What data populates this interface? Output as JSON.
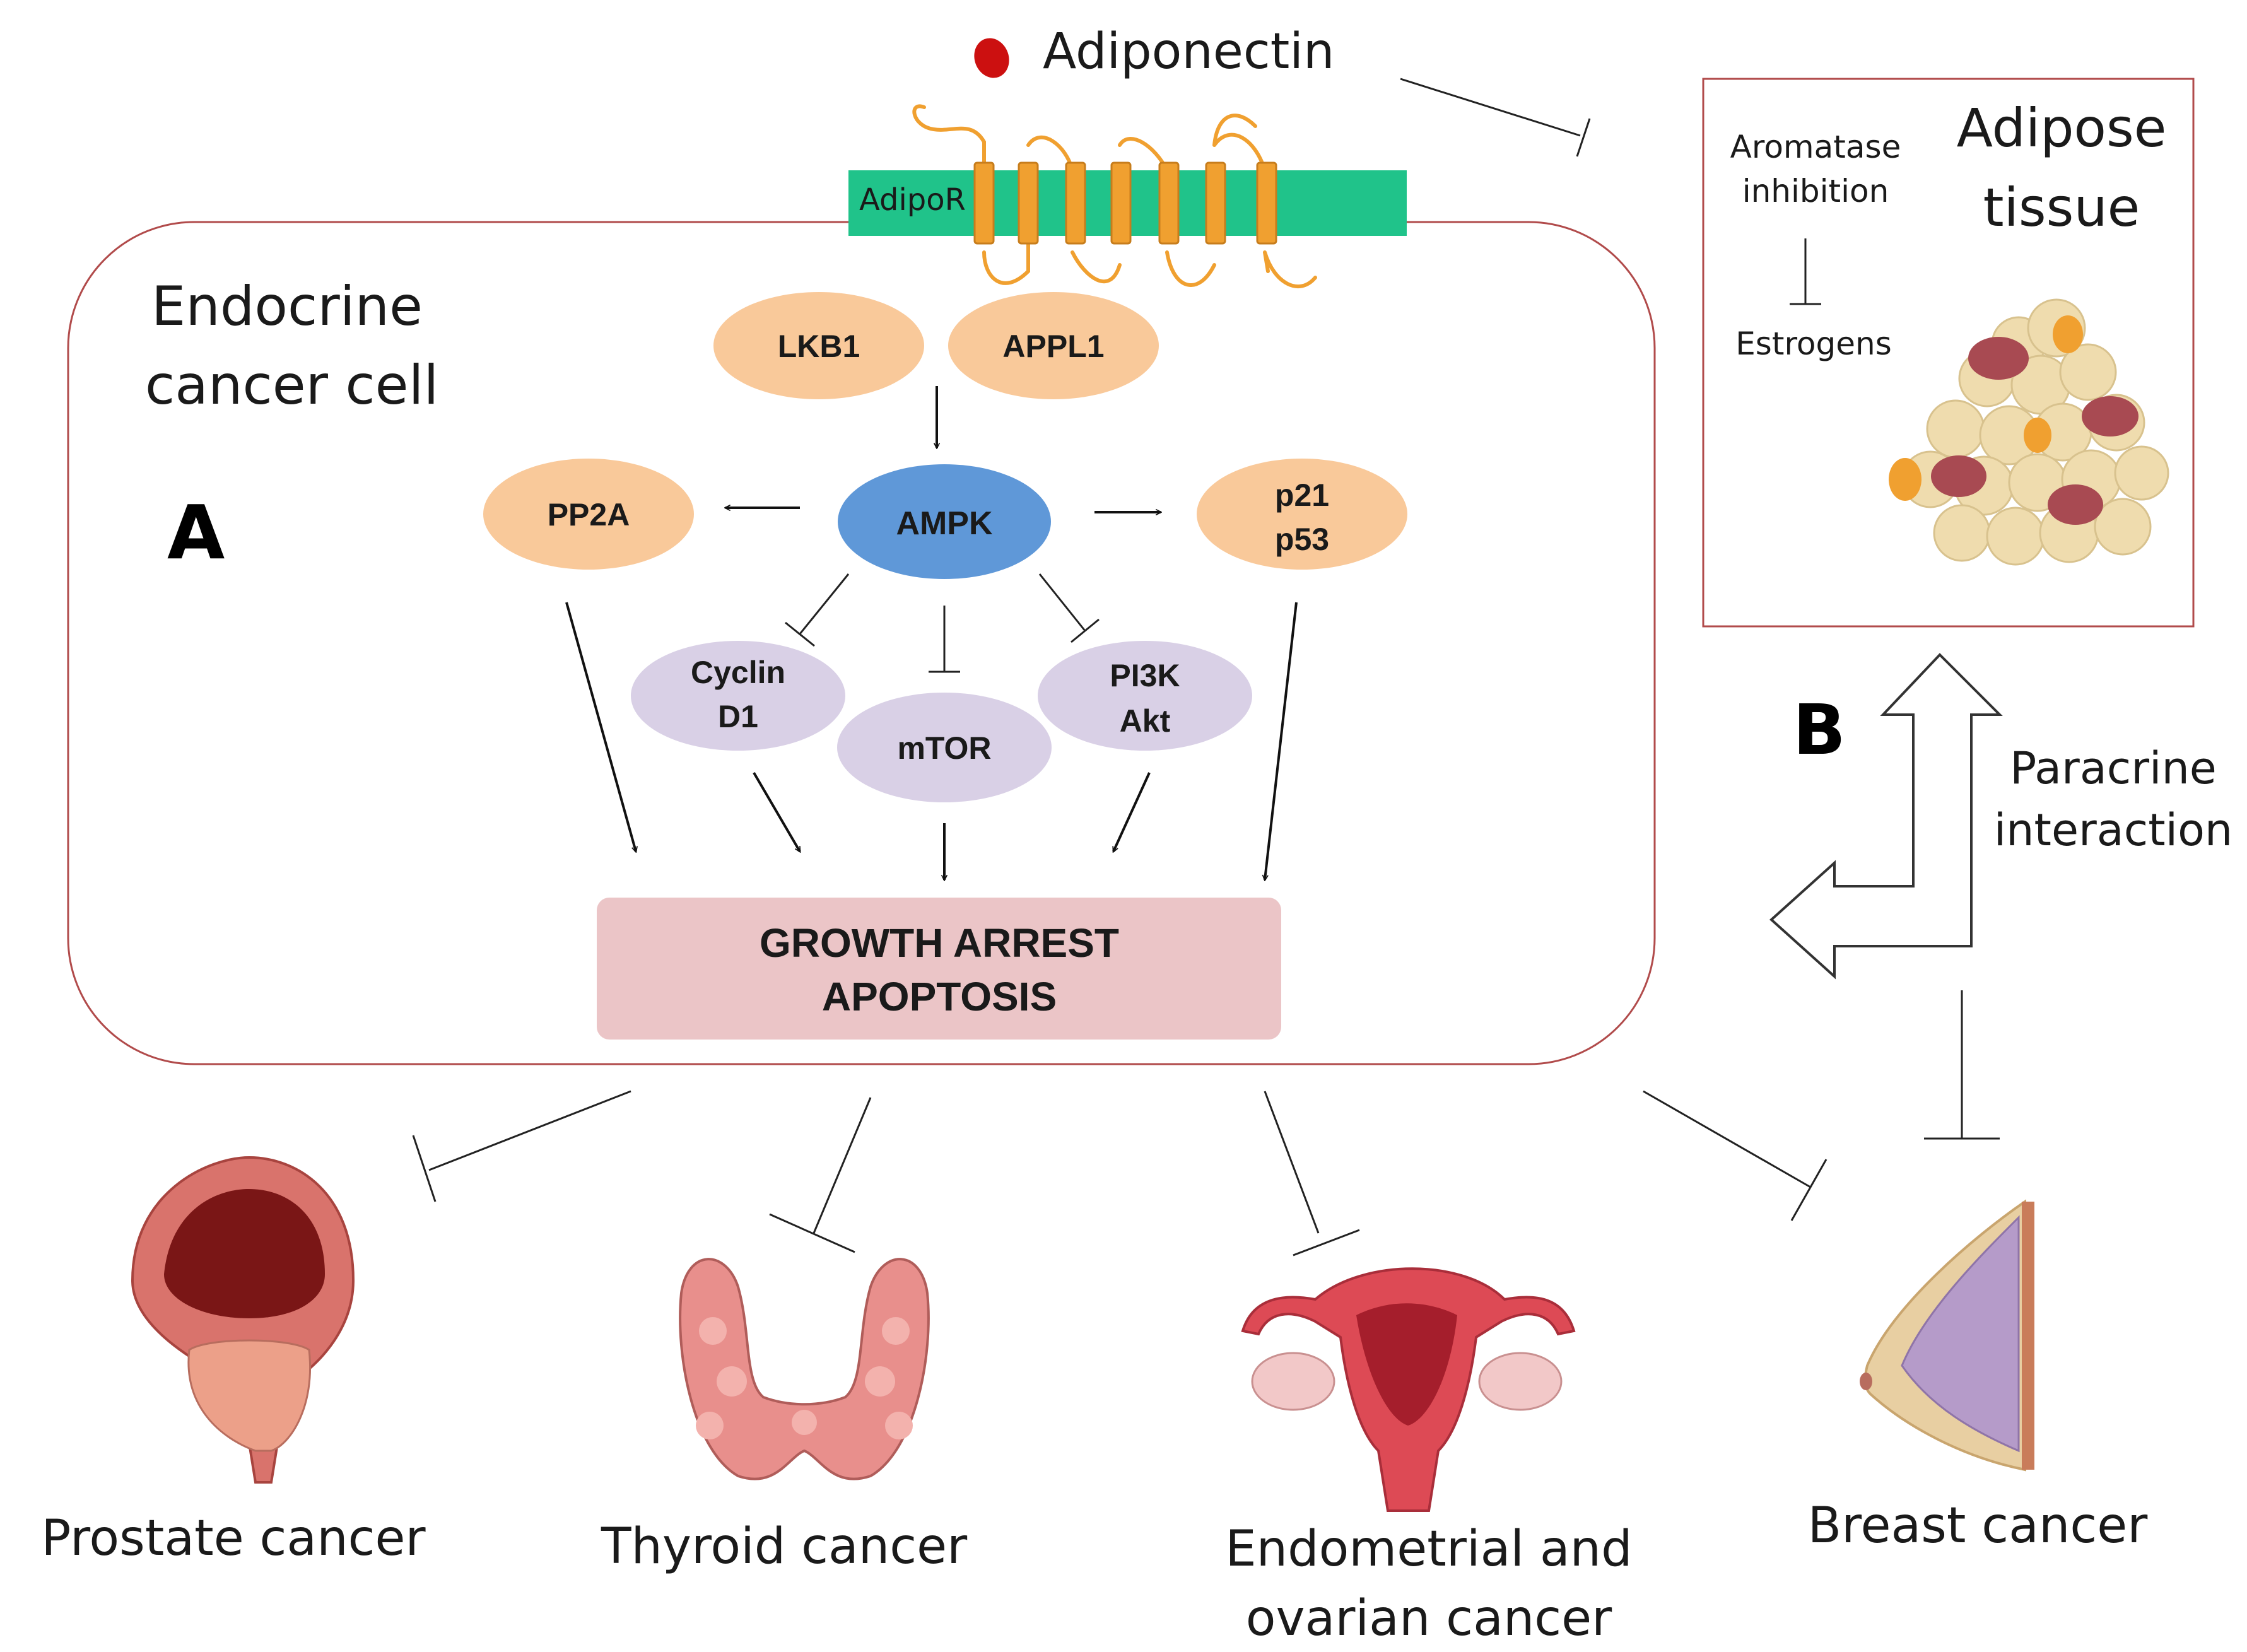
{
  "ligand": {
    "name": "Adiponectin"
  },
  "receptor": {
    "name": "AdipoR"
  },
  "cell": {
    "title_line1": "Endocrine",
    "title_line2": "cancer cell",
    "panel_label": "A"
  },
  "nodes": {
    "lkb1": "LKB1",
    "appl1": "APPL1",
    "ampk": "AMPK",
    "pp2a": "PP2A",
    "p21": "p21",
    "p53": "p53",
    "cyclin_line1": "Cyclin",
    "cyclin_line2": "D1",
    "mtor": "mTOR",
    "pi3k": "PI3K",
    "akt": "Akt"
  },
  "outcome": {
    "line1": "GROWTH ARREST",
    "line2": "APOPTOSIS"
  },
  "adipose": {
    "title_line1": "Adipose",
    "title_line2": "tissue",
    "aromatase_line1": "Aromatase",
    "aromatase_line2": "inhibition",
    "estrogens": "Estrogens"
  },
  "paracrine": {
    "panel_label": "B",
    "line1": "Paracrine",
    "line2": "interaction"
  },
  "cancers": {
    "prostate": "Prostate cancer",
    "thyroid": "Thyroid cancer",
    "endometrial_line1": "Endometrial and",
    "endometrial_line2": "ovarian cancer",
    "breast": "Breast cancer"
  },
  "colors": {
    "receptor": "#20c38a",
    "loop": "#f0a030",
    "orange_node": "#f9c99a",
    "ampk": "#5f98d8",
    "lavender_node": "#d9d0e6",
    "outcome": "#ebc5c7",
    "cell_border": "#b14b4b",
    "adipocyte": "#efdcae",
    "tumor": "#a84a52"
  }
}
